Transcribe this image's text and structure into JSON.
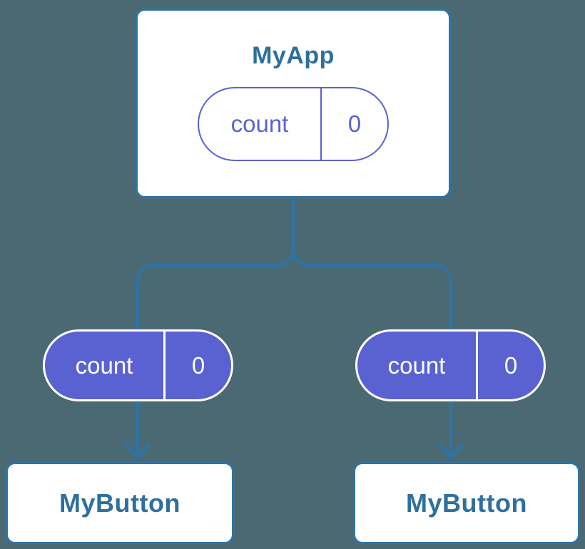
{
  "diagram": {
    "root": {
      "title": "MyApp",
      "state": {
        "label": "count",
        "value": "0"
      }
    },
    "children": [
      {
        "title": "MyButton",
        "prop": {
          "label": "count",
          "value": "0"
        }
      },
      {
        "title": "MyButton",
        "prop": {
          "label": "count",
          "value": "0"
        }
      }
    ],
    "colors": {
      "background": "#4b6972",
      "connector": "#2d73a4",
      "node_border": "#2e74a6",
      "node_background": "#ffffff",
      "node_title_text": "#2f6f9e",
      "pill_accent": "#5a62d2",
      "pill_text_on_purple": "#ffffff"
    }
  }
}
